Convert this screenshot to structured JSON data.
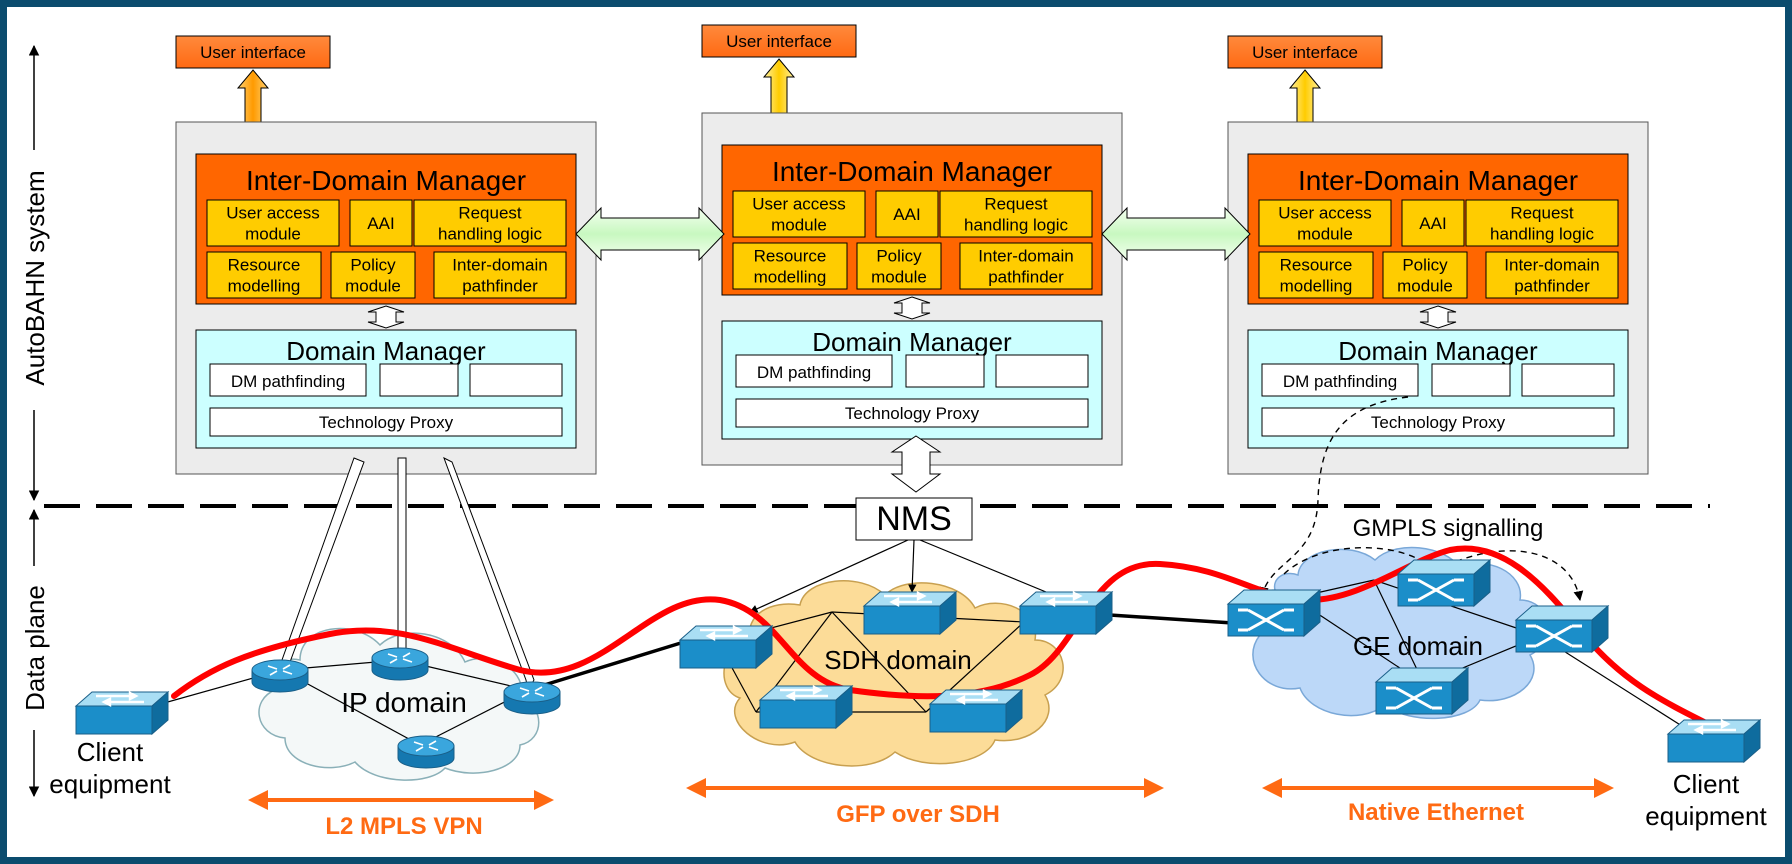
{
  "side_labels": {
    "autobahn_system": "AutoBAHN system",
    "data_plane": "Data plane"
  },
  "domains": [
    {
      "user_interface": "User interface",
      "idm_title": "Inter-Domain Manager",
      "idm_modules": [
        "User access\nmodule",
        "AAI",
        "Request\nhandling logic",
        "Resource\nmodelling",
        "Policy\nmodule",
        "Inter-domain\npathfinder"
      ],
      "dm_title": "Domain Manager",
      "dm_pathfinding": "DM pathfinding",
      "tech_proxy": "Technology Proxy"
    },
    {
      "user_interface": "User interface",
      "idm_title": "Inter-Domain Manager",
      "idm_modules": [
        "User access\nmodule",
        "AAI",
        "Request\nhandling logic",
        "Resource\nmodelling",
        "Policy\nmodule",
        "Inter-domain\npathfinder"
      ],
      "dm_title": "Domain Manager",
      "dm_pathfinding": "DM pathfinding",
      "tech_proxy": "Technology Proxy"
    },
    {
      "user_interface": "User interface",
      "idm_title": "Inter-Domain Manager",
      "idm_modules": [
        "User access\nmodule",
        "AAI",
        "Request\nhandling logic",
        "Resource\nmodelling",
        "Policy\nmodule",
        "Inter-domain\npathfinder"
      ],
      "dm_title": "Domain Manager",
      "dm_pathfinding": "DM pathfinding",
      "tech_proxy": "Technology Proxy"
    }
  ],
  "nms": "NMS",
  "gmpls": "GMPLS signalling",
  "clouds": {
    "ip": "IP domain",
    "sdh": "SDH domain",
    "ge": "GE domain"
  },
  "client_left": "Client\nequipment",
  "client_right": "Client\nequipment",
  "technologies": [
    "L2 MPLS VPN",
    "GFP over SDH",
    "Native Ethernet"
  ],
  "colors": {
    "frame": "#0b4c6e",
    "idm_orange": "#ff6600",
    "module_yellow": "#ffcc00",
    "dm_cyan": "#ccffff",
    "link_red": "#ff0000",
    "tech_orange": "#ff6a13",
    "switch_blue": "#1b8ec9"
  }
}
